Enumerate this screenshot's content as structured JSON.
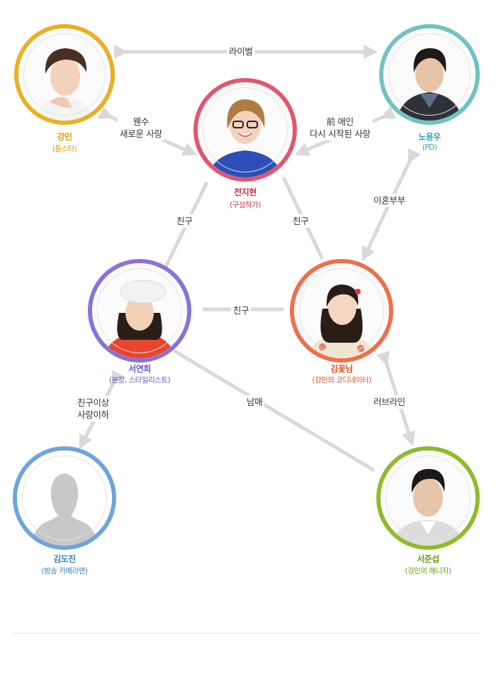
{
  "characters": {
    "gangmin": {
      "name": "강민",
      "role": "(톱스타)",
      "color": "#e9b023"
    },
    "noyongwoo": {
      "name": "노용우",
      "role": "(PD)",
      "color": "#71c2c2"
    },
    "jeonjihyun": {
      "name": "전지현",
      "role": "(구성작가)",
      "color": "#e2566f"
    },
    "seoyeonhee": {
      "name": "서연희",
      "role": "(분장, 스타일리스트)",
      "color": "#8a72d8"
    },
    "kimkkotnim": {
      "name": "김꽃님",
      "role": "(강민의 코디네이터)",
      "color": "#ef704b"
    },
    "kimdojin": {
      "name": "김도진",
      "role": "(방송 카메라맨)",
      "color": "#6ea5da"
    },
    "seojunseop": {
      "name": "서준섭",
      "role": "(강민의 매니저)",
      "color": "#8fbb2b"
    }
  },
  "relations": {
    "rival": "라이벌",
    "enemy_line1": "웬수",
    "enemy_line2": "새로운 사랑",
    "ex_line1": "前 애인",
    "ex_line2": "다시 시작된 사랑",
    "friend_left": "친구",
    "friend_right": "친구",
    "divorced": "이혼부부",
    "friend_middle": "친구",
    "more_than_friends_line1": "친구이상",
    "more_than_friends_line2": "사랑이하",
    "siblings": "남매",
    "love_line": "러브라인"
  },
  "line_color": "#d9d9d9"
}
